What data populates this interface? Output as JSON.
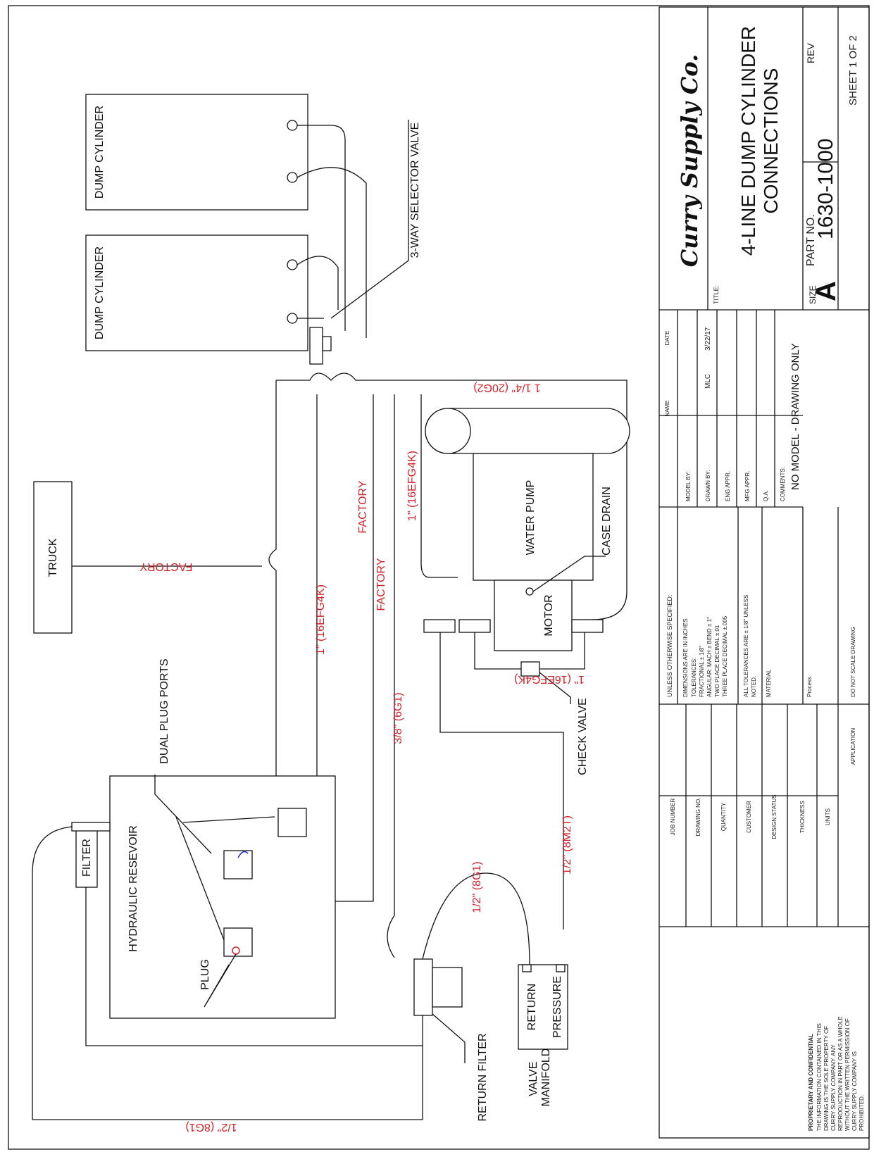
{
  "colors": {
    "line": "#111111",
    "hose_label": "#d0212a",
    "plug_mark": "#d0212a",
    "plug_mark_alt": "#2233cc"
  },
  "diagram": {
    "components": {
      "dump_cylinder_1": "DUMP CYLINDER",
      "dump_cylinder_2": "DUMP CYLINDER",
      "selector_valve": "3-WAY SELECTOR VALVE",
      "truck": "TRUCK",
      "water_pump": "WATER PUMP",
      "motor": "MOTOR",
      "case_drain": "CASE DRAIN",
      "dual_plug_ports": "DUAL PLUG PORTS",
      "check_valve": "CHECK VALVE",
      "hydraulic_reservoir": "HYDRAULIC RESEVOIR",
      "filter": "FILTER",
      "plug": "PLUG",
      "return_filter": "RETURN FILTER",
      "valve_manifold": "VALVE\nMANIFOLD",
      "return_port": "RETURN",
      "pressure_port": "PRESSURE"
    },
    "hoses": {
      "truck_factory": "FACTORY",
      "factory_1": "FACTORY",
      "factory_2": "FACTORY",
      "h_1_1_4": "1 1/4\" (20G2)",
      "h_1_16efg4k_a": "1\" (16EFG4K)",
      "h_1_16efg4k_b": "1\" (16EFG4K)",
      "h_1_16efg4k_check": "1\" (16EFG4K)",
      "h_3_8": "3/8\" (6G1)",
      "h_1_2_8m2t": "1/2\" (8M2T)",
      "h_1_2_8g1_top": "1/2\" (8G1)",
      "h_1_2_8g1_bottom": "1/2\" (8G1)"
    }
  },
  "title_block": {
    "company": "Curry Supply Co.",
    "title_label": "TITLE:",
    "title_line1": "4-LINE DUMP CYLINDER",
    "title_line2": "CONNECTIONS",
    "size_label": "SIZE",
    "size_value": "A",
    "part_no_label": "PART NO.",
    "part_no_value": "1630-1000",
    "rev_label": "REV",
    "sheet": "SHEET 1 OF 2",
    "name_header": "NAME",
    "date_header": "DATE",
    "rows": [
      {
        "label": "MODEL BY:",
        "name": "",
        "date": ""
      },
      {
        "label": "DRAWN BY:",
        "name": "MLC",
        "date": "3/22/17"
      },
      {
        "label": "ENG APPR.",
        "name": "",
        "date": ""
      },
      {
        "label": "MFG APPR.",
        "name": "",
        "date": ""
      },
      {
        "label": "Q.A.",
        "name": "",
        "date": ""
      }
    ],
    "comments_label": "COMMENTS:",
    "comments_value": "NO MODEL - DRAWING ONLY",
    "tolerance_header": "UNLESS OTHERWISE SPECIFIED:",
    "tolerance_lines": [
      "DIMENSIONS ARE IN INCHES",
      "TOLERANCES:",
      "FRACTIONAL ± 1/8\"",
      "ANGULAR: MACH ±  BEND ± 1°",
      "TWO PLACE DECIMAL   ±.01",
      "THREE PLACE DECIMAL  ±.005"
    ],
    "all_tolerances": [
      "ALL TOLERANCES ARE ± 1/8\" UNLESS",
      "NOTED."
    ],
    "material_label": "MATERIAL",
    "process_label": "Process",
    "do_not_scale": "DO NOT SCALE DRAWING",
    "left_fields": [
      "JOB NUMBER",
      "DRAWING NO.",
      "QUANTITY",
      "CUSTOMER",
      "DESIGN STATUS",
      "THICKNESS",
      "UNITS"
    ],
    "application_label": "APPLICATION",
    "proprietary_title": "PROPRIETARY AND CONFIDENTIAL",
    "proprietary_lines": [
      "THE INFORMATION CONTAINED IN THIS",
      "DRAWING IS THE SOLE PROPERTY OF",
      "CURRY SUPPLY COMPANY.  ANY",
      "REPRODUCTION IN PART OR AS A WHOLE",
      "WITHOUT THE WRITTEN PERMISSION OF",
      "CURRY SUPPLY COMPANY IS",
      "PROHIBITED."
    ]
  }
}
